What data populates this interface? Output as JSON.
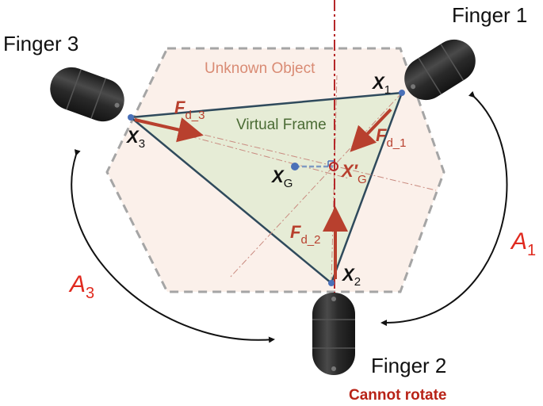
{
  "labels": {
    "finger1": "Finger 1",
    "finger2": "Finger 2",
    "finger3": "Finger 3",
    "unknown_object": "Unknown Object",
    "virtual_frame": "Virtual Frame",
    "cannot_rotate": "Cannot rotate"
  },
  "points": {
    "x1": {
      "base": "X",
      "sub": "1"
    },
    "x2": {
      "base": "X",
      "sub": "2"
    },
    "x3": {
      "base": "X",
      "sub": "3"
    },
    "xg": {
      "base": "X",
      "sub": "G"
    },
    "xg_prime": {
      "base": "X′",
      "sub": "G"
    }
  },
  "forces": {
    "fd1": {
      "base": "F",
      "sub": "d_1"
    },
    "fd2": {
      "base": "F",
      "sub": "d_2"
    },
    "fd3": {
      "base": "F",
      "sub": "d_3"
    }
  },
  "angles": {
    "a1": {
      "base": "A",
      "sub": "1"
    },
    "a3": {
      "base": "A",
      "sub": "3"
    }
  },
  "colors": {
    "force_arrow": "#b8402e",
    "centerline": "#b5282a",
    "triangle_fill": "#e6ecd6",
    "hexagon_fill": "#fbf0ea",
    "hexagon_stroke": "#a5a5a5",
    "triangle_stroke": "#2f4a5c",
    "angle_text": "#e02a1f",
    "point_blue": "#4a70b8"
  }
}
